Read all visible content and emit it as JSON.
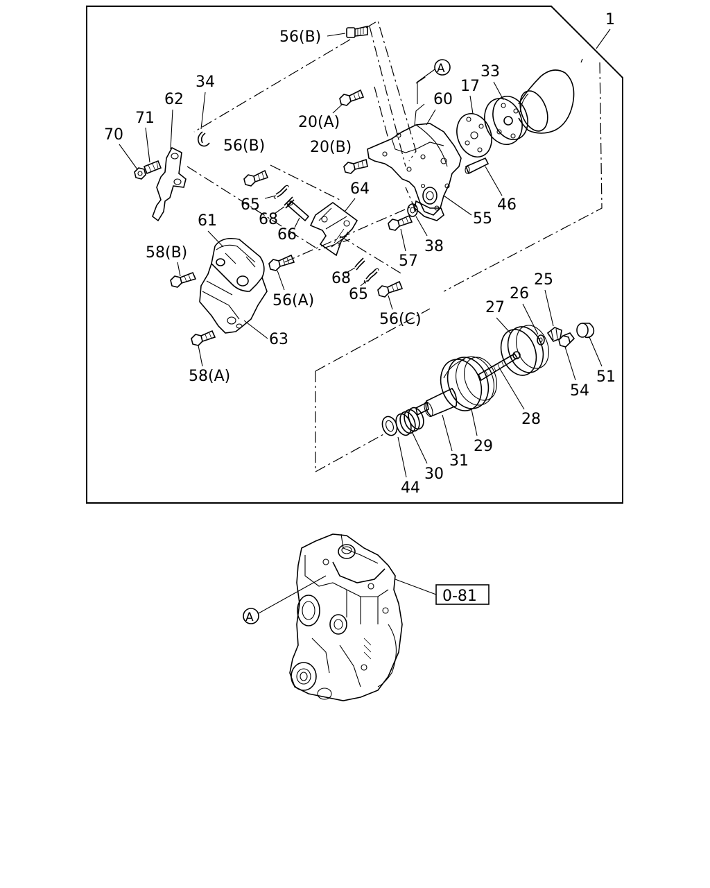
{
  "assembly_label": "1",
  "callouts": {
    "c56b_top": "56(B)",
    "c34": "34",
    "c62": "62",
    "c71": "71",
    "c70": "70",
    "c20a": "20(A)",
    "c20b": "20(B)",
    "c56b_mid": "56(B)",
    "c65_top": "65",
    "c68_top": "68",
    "c66": "66",
    "c64": "64",
    "c61": "61",
    "c58b": "58(B)",
    "c56a": "56(A)",
    "c68_bot": "68",
    "c65_bot": "65",
    "c56c": "56(C)",
    "c63": "63",
    "c58a": "58(A)",
    "c60": "60",
    "c17": "17",
    "c33": "33",
    "c46": "46",
    "c55": "55",
    "c57": "57",
    "c38": "38",
    "c27": "27",
    "c26": "26",
    "c25": "25",
    "c51": "51",
    "c54": "54",
    "c28": "28",
    "c29": "29",
    "c31": "31",
    "c30": "30",
    "c44": "44"
  },
  "reference_marker": "A",
  "reference_marker_bottom": "A",
  "reference_box": "0-81"
}
